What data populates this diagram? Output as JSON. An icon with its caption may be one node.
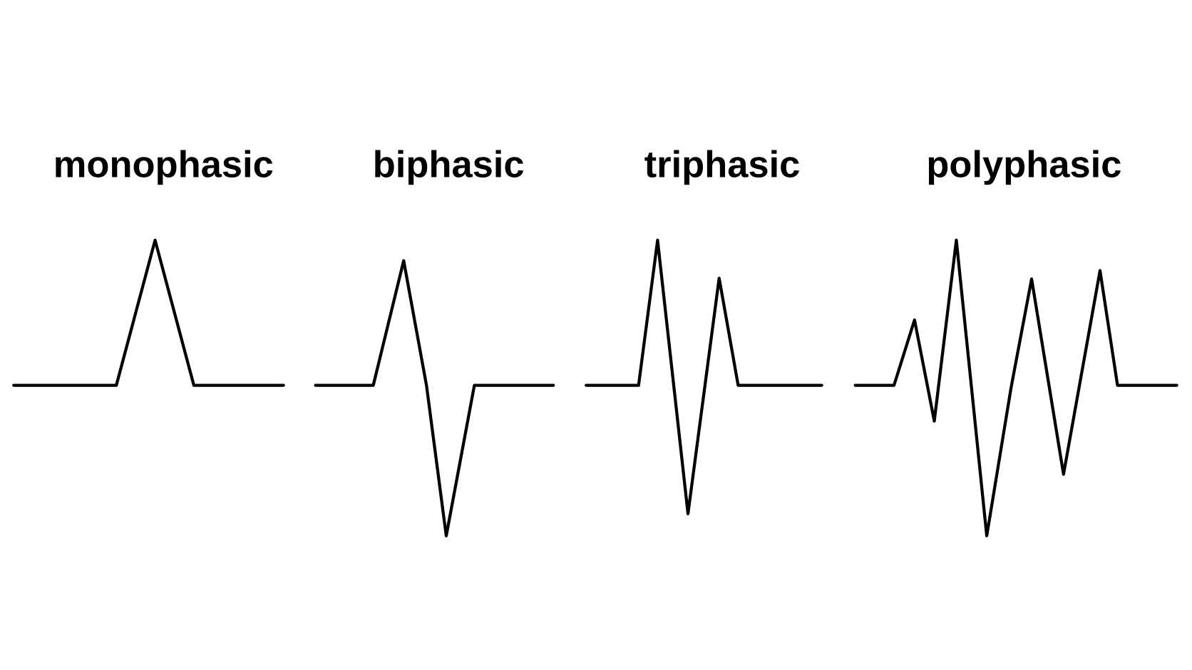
{
  "diagram": {
    "labels": [
      "monophasic",
      "biphasic",
      "triphasic",
      "polyphasic"
    ]
  }
}
